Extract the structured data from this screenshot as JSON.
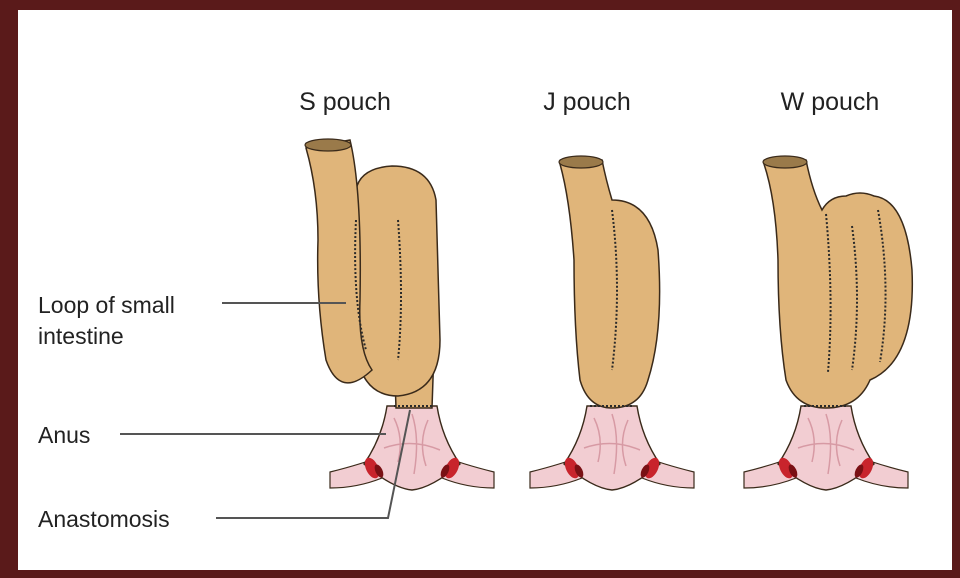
{
  "diagram": {
    "titles": {
      "s_pouch": "S pouch",
      "j_pouch": "J pouch",
      "w_pouch": "W pouch"
    },
    "labels": {
      "loop_line1": "Loop of small",
      "loop_line2": "intestine",
      "anus": "Anus",
      "anastomosis": "Anastomosis"
    }
  },
  "colors": {
    "frame": "#5a1a1a",
    "background": "#ffffff",
    "intestine_fill": "#e0b57a",
    "intestine_shade": "#c89558",
    "intestine_outline": "#3a2a1a",
    "anus_fill": "#f2cdd2",
    "anus_lines": "#d79aa4",
    "muscle_red": "#c8242c",
    "suture": "#2a2a2a",
    "leader_line": "#555555"
  }
}
